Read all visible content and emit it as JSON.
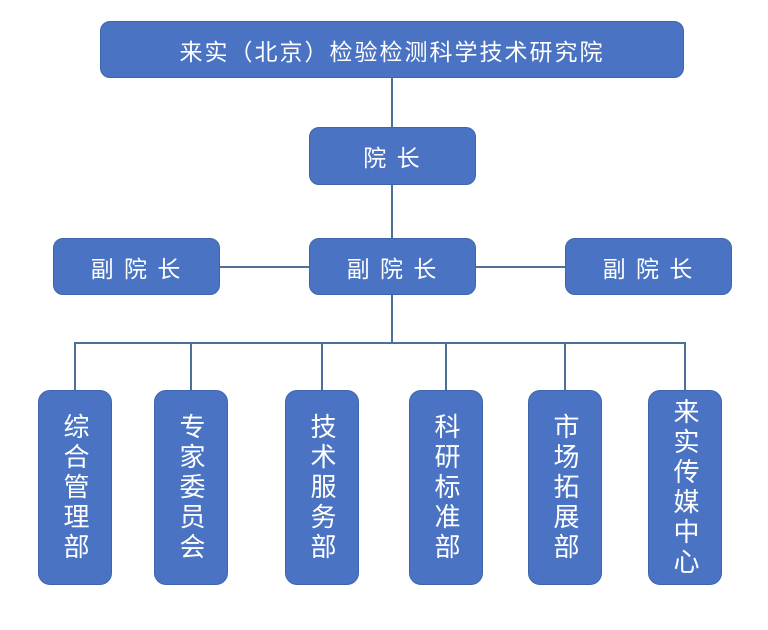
{
  "org_chart": {
    "type": "organizational-chart",
    "root": {
      "label": "来实（北京）检验检测科学技术研究院"
    },
    "president": {
      "label": "院 长"
    },
    "vice_presidents": [
      {
        "label": "副 院 长"
      },
      {
        "label": "副 院 长"
      },
      {
        "label": "副 院 长"
      }
    ],
    "departments": [
      {
        "label": "综合管理部"
      },
      {
        "label": "专家委员会"
      },
      {
        "label": "技术服务部"
      },
      {
        "label": "科研标准部"
      },
      {
        "label": "市场拓展部"
      },
      {
        "label": "来实传媒中心"
      }
    ],
    "colors": {
      "node_fill": "#4A73C4",
      "node_border": "#3E65AC",
      "connector": "#4E6F96",
      "text": "#FFFFFF",
      "background": "#FFFFFF"
    }
  }
}
